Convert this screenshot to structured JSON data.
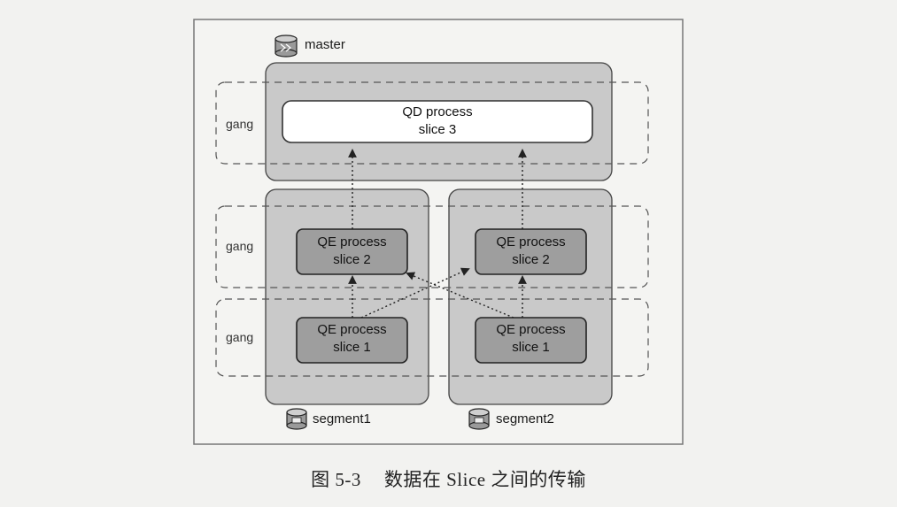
{
  "nodes": {
    "master": "master",
    "segment1": "segment1",
    "segment2": "segment2"
  },
  "gangs": [
    "gang",
    "gang",
    "gang"
  ],
  "processes": {
    "qd": {
      "name": "QD process",
      "slice": "slice 3"
    },
    "seg1_s2": {
      "name": "QE process",
      "slice": "slice 2"
    },
    "seg1_s1": {
      "name": "QE process",
      "slice": "slice 1"
    },
    "seg2_s2": {
      "name": "QE process",
      "slice": "slice 2"
    },
    "seg2_s1": {
      "name": "QE process",
      "slice": "slice 1"
    }
  },
  "caption": {
    "number": "图 5-3",
    "text": "数据在 Slice 之间的传输"
  },
  "icons": {
    "master": "database-icon",
    "segment": "database-icon"
  },
  "colors": {
    "container": "#c9c9c9",
    "qd_box": "#ffffff",
    "qe_box": "#9e9e9e",
    "dashed": "#555555"
  }
}
